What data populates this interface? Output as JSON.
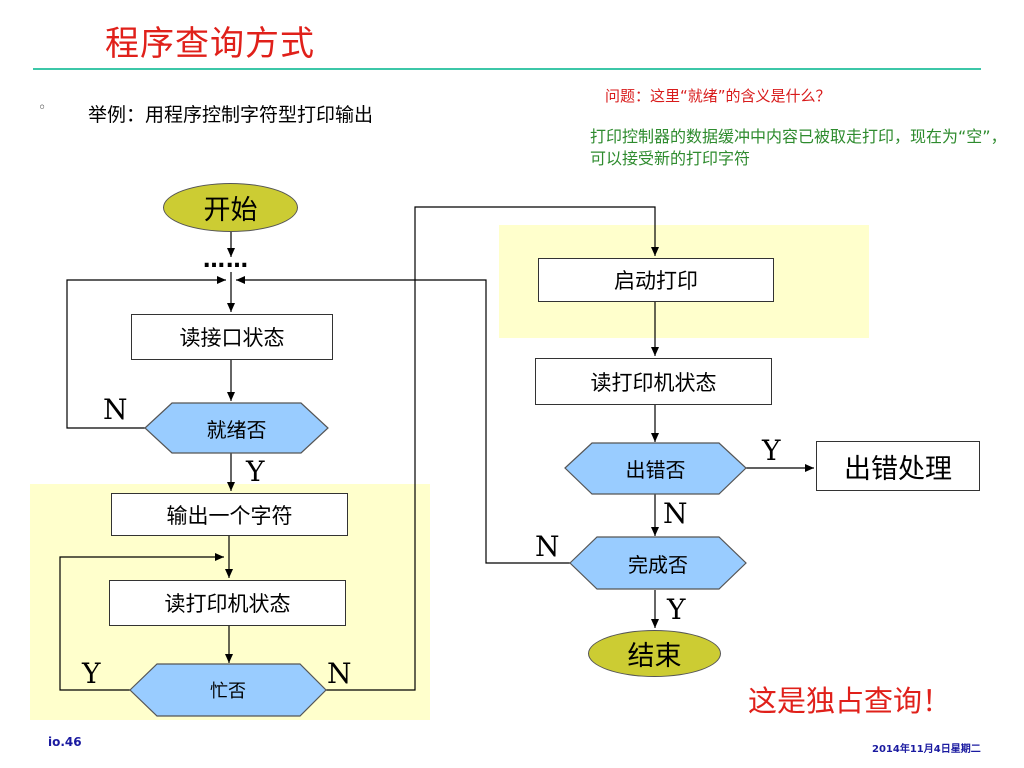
{
  "slide": {
    "title": "程序查询方式",
    "bullet_marker": "◦",
    "bullet_text": "举例：用程序控制字符型打印输出",
    "question": "问题：这里“就绪”的含义是什么？",
    "answer": "打印控制器的数据缓冲中内容已被取走打印，现在为“空”，可以接受新的打印字符",
    "conclusion": "这是独占查询！",
    "footer_left": "io.46",
    "footer_right": "2014年11月4日星期二"
  },
  "flowchart": {
    "start": "开始",
    "ellipsis": "……",
    "read_interface_status": "读接口状态",
    "ready_check": "就绪否",
    "output_char": "输出一个字符",
    "read_printer_status_left": "读打印机状态",
    "busy_check": "忙否",
    "start_print": "启动打印",
    "read_printer_status_right": "读打印机状态",
    "error_check": "出错否",
    "error_handling": "出错处理",
    "done_check": "完成否",
    "end": "结束",
    "labels": {
      "ready_no": "N",
      "ready_yes": "Y",
      "busy_yes": "Y",
      "busy_no": "N",
      "error_yes": "Y",
      "error_no": "N",
      "done_no": "N",
      "done_yes": "Y"
    }
  },
  "colors": {
    "highlight_region": "#ffffcc",
    "decision_fill": "#99ccff",
    "terminal_fill": "#cccc33",
    "title_red": "#e0201a",
    "answer_green": "#2e8b2e"
  }
}
